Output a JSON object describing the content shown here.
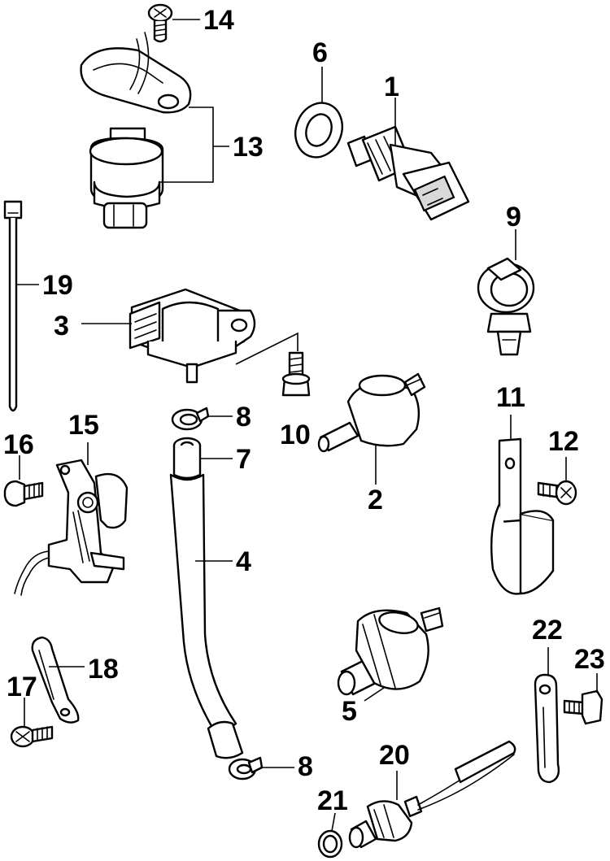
{
  "callouts": {
    "c1": "1",
    "c2": "2",
    "c3": "3",
    "c4": "4",
    "c5": "5",
    "c6": "6",
    "c7": "7",
    "c8a": "8",
    "c8b": "8",
    "c9": "9",
    "c10": "10",
    "c11": "11",
    "c12": "12",
    "c13": "13",
    "c14": "14",
    "c15": "15",
    "c16": "16",
    "c17": "17",
    "c18": "18",
    "c19": "19",
    "c20": "20",
    "c21": "21",
    "c22": "22",
    "c23": "23"
  },
  "colors": {
    "ink": "#000000",
    "paper": "#ffffff"
  }
}
